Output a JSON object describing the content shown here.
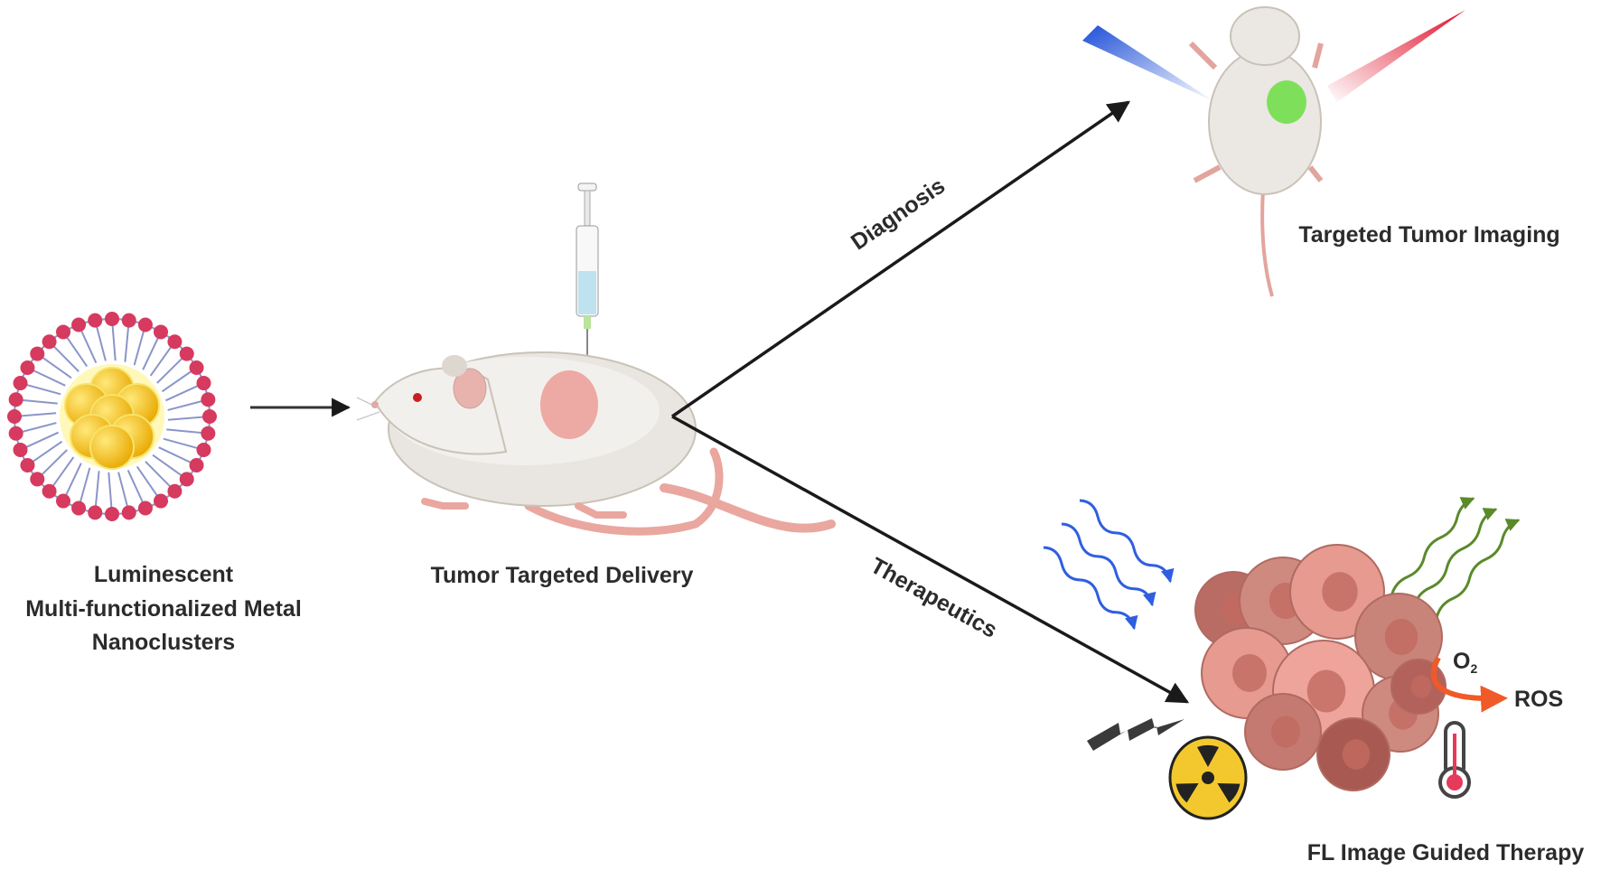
{
  "labels": {
    "nanocluster_line1": "Luminescent",
    "nanocluster_line2": "Multi-functionalized Metal",
    "nanocluster_line3": "Nanoclusters",
    "delivery": "Tumor Targeted Delivery",
    "diagnosis": "Diagnosis",
    "therapeutics": "Therapeutics",
    "imaging": "Targeted Tumor Imaging",
    "therapy": "FL Image Guided Therapy",
    "o2": "O",
    "o2_sub": "2",
    "ros": "ROS"
  },
  "colors": {
    "arrow": "#1a1a1a",
    "lipid_head": "#d63a5e",
    "gold": "#f2c40f",
    "tumor": "#e4958c",
    "excitation": "#2f5fe0",
    "emission": "#5a8a2a",
    "ros_arrow": "#f05a28",
    "probe_green": "#7ee05a"
  }
}
